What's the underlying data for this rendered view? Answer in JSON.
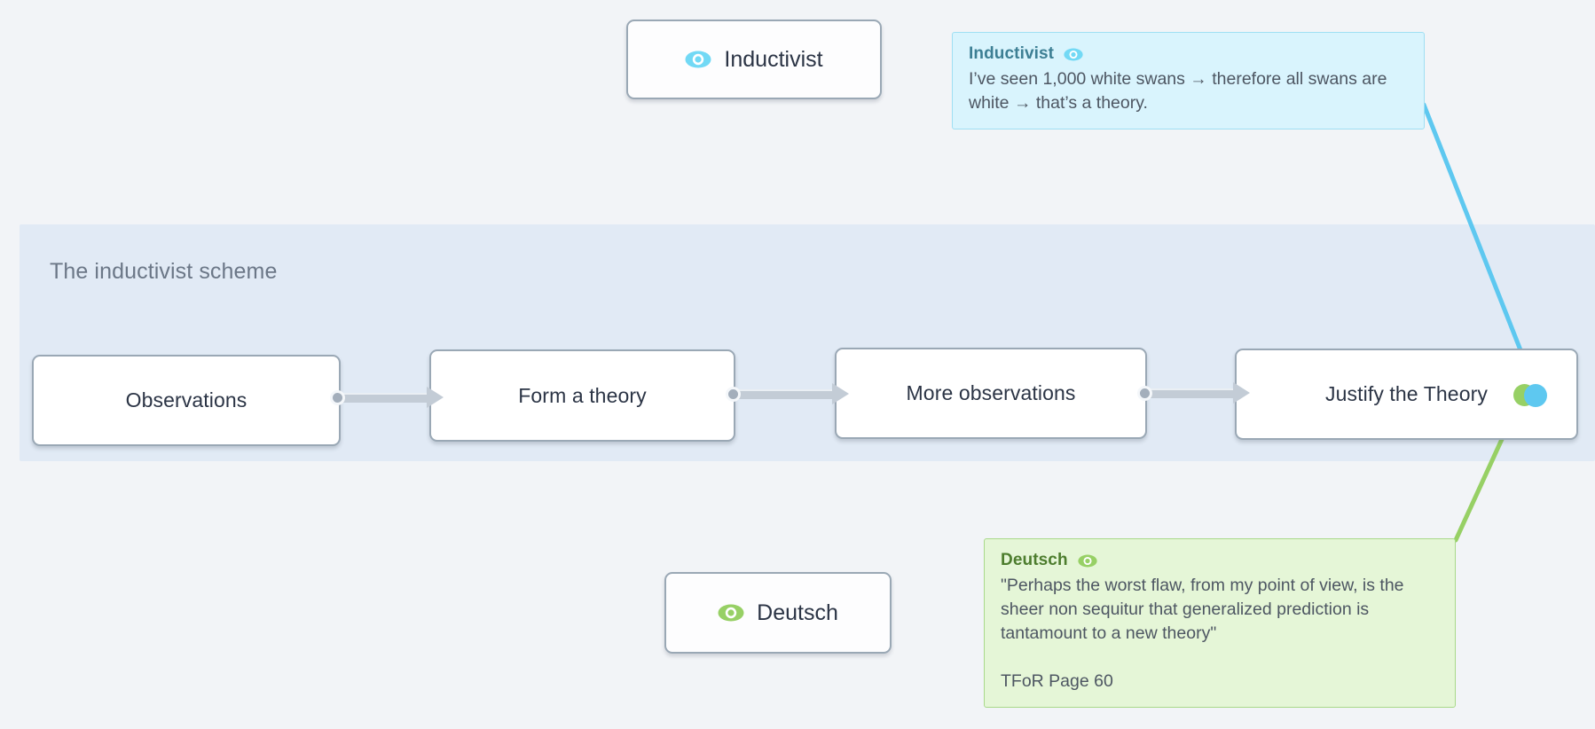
{
  "canvas": {
    "background_color": "#f2f4f7"
  },
  "lane": {
    "title": "The inductivist scheme",
    "background_color": "#e1eaf5",
    "title_color": "#6b7787"
  },
  "flow": {
    "nodes": [
      {
        "label": "Observations"
      },
      {
        "label": "Form a theory"
      },
      {
        "label": "More observations"
      },
      {
        "label": "Justify the Theory"
      }
    ],
    "edge_color": "#c3ccd6",
    "node_border_color": "#9aa8b5"
  },
  "legend": {
    "chips": [
      {
        "label": "Inductivist",
        "icon": "eye-icon",
        "color": "#72d9f5"
      },
      {
        "label": "Deutsch",
        "icon": "eye-icon",
        "color": "#97d065"
      }
    ]
  },
  "annotations": [
    {
      "title": "Inductivist",
      "icon": "eye-icon",
      "body": "I’ve seen 1,000 white swans → therefore all swans are white → that’s a theory.",
      "meta": "",
      "accent_color": "#5ec8f0",
      "background_color": "#d9f4fd",
      "border_color": "#9fdff3",
      "title_color": "#3d7f94"
    },
    {
      "title": "Deutsch",
      "icon": "eye-icon",
      "body": "\"Perhaps the worst flaw, from my point of view, is the sheer non sequitur that generalized prediction is tantamount to a new theory\"",
      "meta": "TFoR Page 60",
      "accent_color": "#97d065",
      "background_color": "#e5f6d7",
      "border_color": "#a9d98a",
      "title_color": "#4d7d2e"
    }
  ],
  "anchors": [
    {
      "name": "deutsch-anchor",
      "color": "#97d065"
    },
    {
      "name": "inductivist-anchor",
      "color": "#5ec8f0"
    }
  ]
}
